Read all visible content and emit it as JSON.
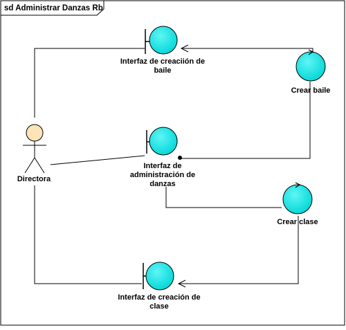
{
  "frame": {
    "title": "sd Administrar Danzas Rb"
  },
  "actor": {
    "label": "Directora"
  },
  "boundaries": {
    "creacion_baile": [
      "Interfaz de creaciión de",
      "baile"
    ],
    "administracion_danzas": [
      "Interfaz de",
      "administración de",
      "danzas"
    ],
    "creacion_clase": [
      "Interfaz de creación de",
      "clase"
    ]
  },
  "controls": {
    "crear_baile": "Crear baile",
    "crear_clase": "Crear clase"
  },
  "colors": {
    "object_fill": "#00E5E5",
    "actor_head": "#FCE4B8",
    "line": "#000000",
    "frame": "#000000"
  }
}
